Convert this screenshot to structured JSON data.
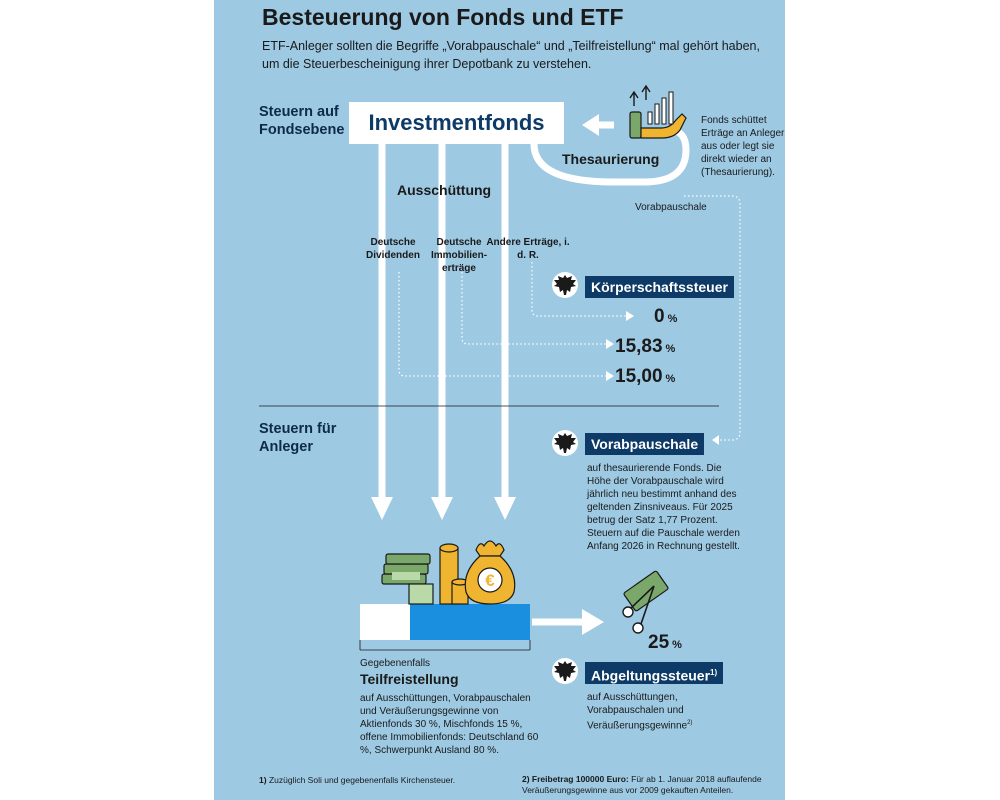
{
  "title": "Besteuerung von Fonds und ETF",
  "subtitle": "ETF-Anleger sollten die Begriffe „Vorabpauschale“ und „Teilfreistellung“ mal gehört haben, um die Steuerbescheinigung ihrer Depotbank zu verstehen.",
  "section_fund_level": "Steuern auf Fondsebene",
  "section_investor": "Steuern für Anleger",
  "fund_label": "Investmentfonds",
  "thesaurierung_label": "Thesaurierung",
  "fund_note": "Fonds schüttet Erträge an Anleger aus oder legt sie direkt wieder an (Thesaurierung).",
  "vorabpauschale_flow_label": "Vorabpauschale",
  "ausschuettung_label": "Ausschüttung",
  "income_types": [
    {
      "label": "Deutsche Dividenden"
    },
    {
      "label": "Deutsche Immobilien-erträge"
    },
    {
      "label": "Andere Erträge, i. d. R."
    }
  ],
  "koerperschaftsteuer": {
    "label": "Körperschaftssteuer",
    "rates": [
      {
        "value": "0",
        "unit": "%"
      },
      {
        "value": "15,83",
        "unit": "%"
      },
      {
        "value": "15,00",
        "unit": "%"
      }
    ]
  },
  "vorabpauschale": {
    "label": "Vorabpauschale",
    "text": "auf thesaurierende Fonds. Die Höhe der Vorabpauschale wird jährlich neu bestimmt anhand des geltenden Zinsniveaus. Für 2025 betrug der Satz 1,77 Prozent. Steuern auf die Pauschale werden Anfang 2026 in Rechnung gestellt."
  },
  "teilfreistellung": {
    "pre": "Gegebenenfalls",
    "label": "Teilfreistellung",
    "text": "auf Ausschüttungen, Vorabpauschalen und Veräußerungsgewinne von Aktienfonds 30 %, Mischfonds 15 %, offene Immobilienfonds: Deutschland 60 %, Schwerpunkt Ausland 80 %."
  },
  "abgeltungssteuer": {
    "rate": "25",
    "unit": "%",
    "label": "Abgeltungssteuer",
    "sup": "1)",
    "text": "auf Ausschüttungen, Vorabpauschalen und Veräußerungsgewinne",
    "text_sup": "2)"
  },
  "footnote1": {
    "mark": "1)",
    "text": "Zuzüglich Soli und gegebenenfalls Kirchensteuer."
  },
  "footnote2": {
    "mark": "2) Freibetrag 100000 Euro:",
    "text": "Für ab 1. Januar 2018 auflaufende Veräußerungsgewinne aus vor 2009 gekauften Anteilen."
  },
  "colors": {
    "background": "#9dc9e3",
    "navy": "#0d3a66",
    "bar_blue": "#1a8fe0",
    "gold": "#f0b530",
    "green": "#7aa86a"
  },
  "icons": [
    "hand-growth-chart-icon",
    "federal-eagle-icon",
    "money-stack-icon",
    "coin-stack-icon",
    "money-bag-icon",
    "scissors-banknote-icon"
  ]
}
